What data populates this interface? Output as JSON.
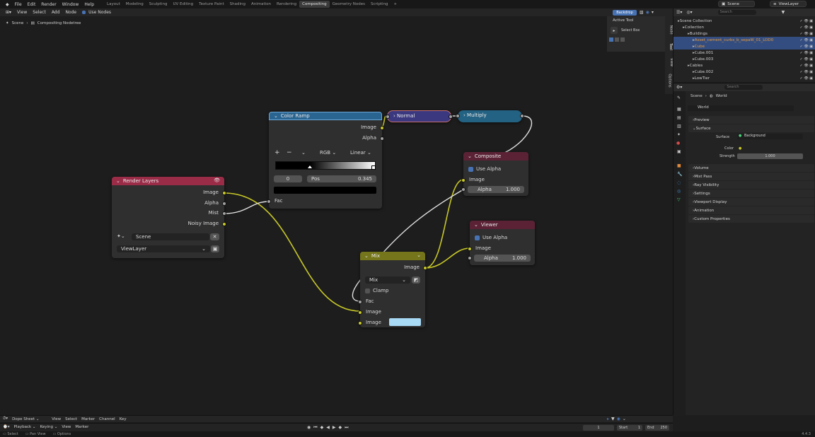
{
  "topbar": {
    "menus": [
      "File",
      "Edit",
      "Render",
      "Window",
      "Help"
    ],
    "workspaces": [
      "Layout",
      "Modeling",
      "Sculpting",
      "UV Editing",
      "Texture Paint",
      "Shading",
      "Animation",
      "Rendering",
      "Compositing",
      "Geometry Nodes",
      "Scripting"
    ],
    "active_workspace": "Compositing",
    "scene": "Scene",
    "view_layer": "ViewLayer"
  },
  "editor": {
    "header_menus": [
      "View",
      "Select",
      "Add",
      "Node"
    ],
    "use_nodes": "Use Nodes",
    "backdrop": "Backdrop",
    "breadcrumb": [
      "Scene",
      "Compositing Nodetree"
    ],
    "side_tabs": [
      "Node",
      "Tool",
      "View",
      "Options"
    ],
    "active_tool_title": "Active Tool",
    "active_tool_name": "Select Box"
  },
  "nodes": {
    "color_ramp": {
      "title": "Color Ramp",
      "out_image": "Image",
      "out_alpha": "Alpha",
      "mode": "RGB",
      "interp": "Linear",
      "index": "0",
      "pos_label": "Pos",
      "pos_value": "0.345",
      "fac": "Fac",
      "plus": "+",
      "minus": "−"
    },
    "normal": {
      "title": "Normal"
    },
    "multiply": {
      "title": "Multiply"
    },
    "composite": {
      "title": "Composite",
      "use_alpha": "Use Alpha",
      "image": "Image",
      "alpha_label": "Alpha",
      "alpha_value": "1.000"
    },
    "render_layers": {
      "title": "Render Layers",
      "outputs": [
        "Image",
        "Alpha",
        "Mist",
        "Noisy Image"
      ],
      "scene": "Scene",
      "layer": "ViewLayer"
    },
    "viewer": {
      "title": "Viewer",
      "use_alpha": "Use Alpha",
      "image": "Image",
      "alpha_label": "Alpha",
      "alpha_value": "1.000"
    },
    "mix": {
      "title": "Mix",
      "out_image": "Image",
      "blend": "Mix",
      "clamp": "Clamp",
      "fac": "Fac",
      "image1": "Image",
      "image2": "Image",
      "color2": "#a8d9f5"
    }
  },
  "outliner": {
    "search_placeholder": "Search",
    "rows": [
      {
        "label": "Scene Collection",
        "indent": 0
      },
      {
        "label": "Collection",
        "indent": 1
      },
      {
        "label": "Buildings",
        "indent": 2
      },
      {
        "label": "Asset_cement_curbs_b_sepaW_01_LOD0",
        "indent": 3,
        "highlight": true
      },
      {
        "label": "Cube",
        "indent": 3,
        "highlight": true
      },
      {
        "label": "Cube.001",
        "indent": 3
      },
      {
        "label": "Cube.003",
        "indent": 3
      },
      {
        "label": "Cables",
        "indent": 2
      },
      {
        "label": "Cube.002",
        "indent": 3
      },
      {
        "label": "LowTier",
        "indent": 3
      }
    ]
  },
  "properties": {
    "search_placeholder": "Search",
    "breadcrumb": [
      "Scene",
      "World"
    ],
    "world_name": "World",
    "sections": [
      "Preview",
      "Surface",
      "Volume",
      "Mist Pass",
      "Ray Visibility",
      "Settings",
      "Viewport Display",
      "Animation",
      "Custom Properties"
    ],
    "surface_label": "Surface",
    "surface_value": "Background",
    "color_label": "Color",
    "strength_label": "Strength",
    "strength_value": "1.000"
  },
  "dopesheet": {
    "mode": "Dope Sheet",
    "menus": [
      "View",
      "Select",
      "Marker",
      "Channel",
      "Key"
    ]
  },
  "timeline": {
    "menus": [
      "Playback",
      "Keying",
      "View",
      "Marker"
    ],
    "current_frame": "1",
    "start_label": "Start",
    "start": "1",
    "end_label": "End",
    "end": "250"
  },
  "status": {
    "items": [
      "Select",
      "Pan View",
      "Options"
    ],
    "version": "4.4.3"
  },
  "colors": {
    "color_ramp_header": "#2a6490",
    "normal_header": "#3b3880",
    "multiply_header": "#246283",
    "composite_header": "#5b2236",
    "render_layers_header": "#9a2c48",
    "viewer_header": "#5b2236",
    "mix_header": "#75751b",
    "link_yellow": "#c7c729",
    "link_white": "#e0e0e0"
  }
}
